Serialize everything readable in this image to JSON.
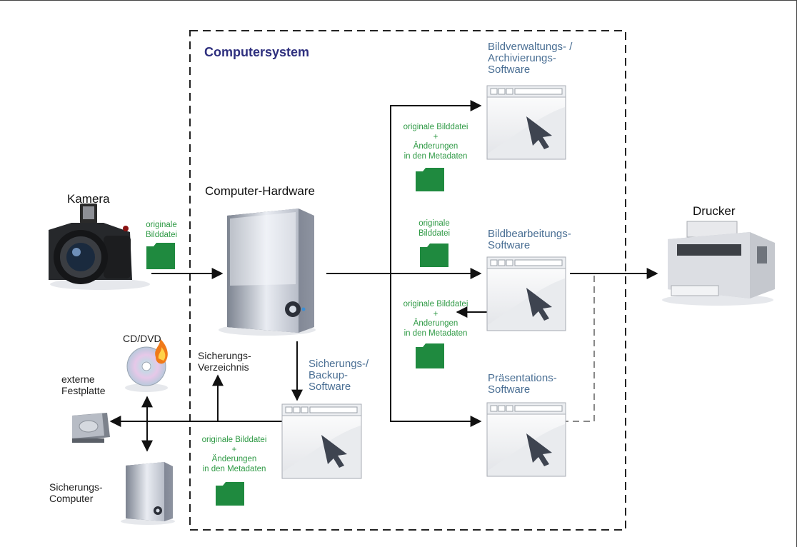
{
  "system_label": "Computersystem",
  "hardware_label": "Computer-Hardware",
  "camera": {
    "label": "Kamera",
    "icon": "camera-icon"
  },
  "printer": {
    "label": "Drucker",
    "icon": "printer-icon"
  },
  "cd": {
    "label": "CD/DVD",
    "icon": "cd-dvd-icon"
  },
  "external_disk": {
    "label_lines": [
      "externe",
      "Festplatte"
    ],
    "icon": "hard-disk-icon"
  },
  "backup_computer": {
    "label_lines": [
      "Sicherungs-",
      "Computer"
    ],
    "icon": "tower-computer-icon"
  },
  "backup_dir": {
    "label_lines": [
      "Sicherungs-",
      "Verzeichnis"
    ]
  },
  "software": {
    "archive": [
      "Bildverwaltungs- /",
      "Archivierungs-",
      "Software"
    ],
    "editing": [
      "Bildbearbeitungs-",
      "Software"
    ],
    "presentation": [
      "Präsentations-",
      "Software"
    ],
    "backup": [
      "Sicherungs-/",
      "Backup-",
      "Software"
    ]
  },
  "files": {
    "original": [
      "originale",
      "Bilddatei"
    ],
    "original_meta": [
      "originale Bilddatei",
      "+",
      "Änderungen",
      "in den Metadaten"
    ]
  },
  "colors": {
    "accent_title": "#2e2f7e",
    "software_text": "#4a6f94",
    "file_green": "#1f8a3f",
    "arrow": "#111111"
  }
}
